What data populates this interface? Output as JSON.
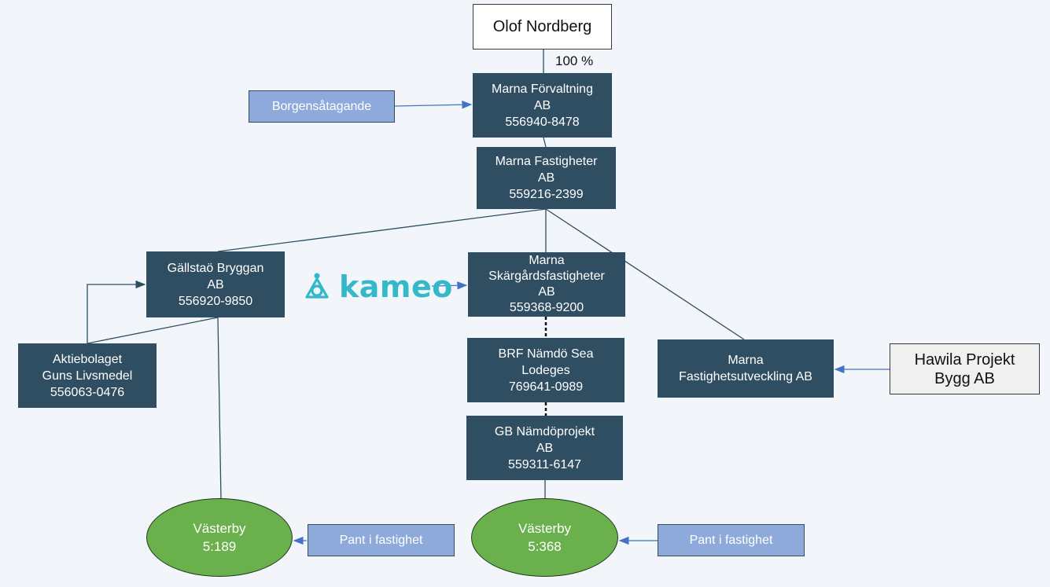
{
  "nodes": {
    "olof": [
      "Olof Nordberg"
    ],
    "forvaltning": [
      "Marna Förvaltning",
      "AB",
      "556940-8478"
    ],
    "fastigheter": [
      "Marna Fastigheter",
      "AB",
      "559216-2399"
    ],
    "gallstao": [
      "Gällstaö Bryggan",
      "AB",
      "556920-9850"
    ],
    "skargard": [
      "Marna",
      "Skärgårdsfastigheter",
      "AB",
      "559368-9200"
    ],
    "utveckling": [
      "Marna",
      "Fastighetsutveckling AB"
    ],
    "aktiebolaget": [
      "Aktiebolaget",
      "Guns Livsmedel",
      "556063-0476"
    ],
    "brf": [
      "BRF Nämdö Sea",
      "Lodeges",
      "769641-0989"
    ],
    "gb": [
      "GB Nämdöprojekt",
      "AB",
      "559311-6147"
    ],
    "hawila": [
      "Hawila Projekt",
      "Bygg AB"
    ],
    "borgen": [
      "Borgensåtagande"
    ],
    "vasterby1": [
      "Västerby",
      "5:189"
    ],
    "vasterby2": [
      "Västerby",
      "5:368"
    ],
    "pant1": [
      "Pant i fastighet"
    ],
    "pant2": [
      "Pant i fastighet"
    ]
  },
  "ownership_label": "100 %",
  "logo": {
    "text": "kameo",
    "color": "#35b8c8"
  },
  "colors": {
    "company_box": "#2f4e62",
    "blue_box": "#8eaadb",
    "property_ellipse": "#6ab04c",
    "background": "#f2f6fb",
    "arrow": "#4472c4"
  }
}
